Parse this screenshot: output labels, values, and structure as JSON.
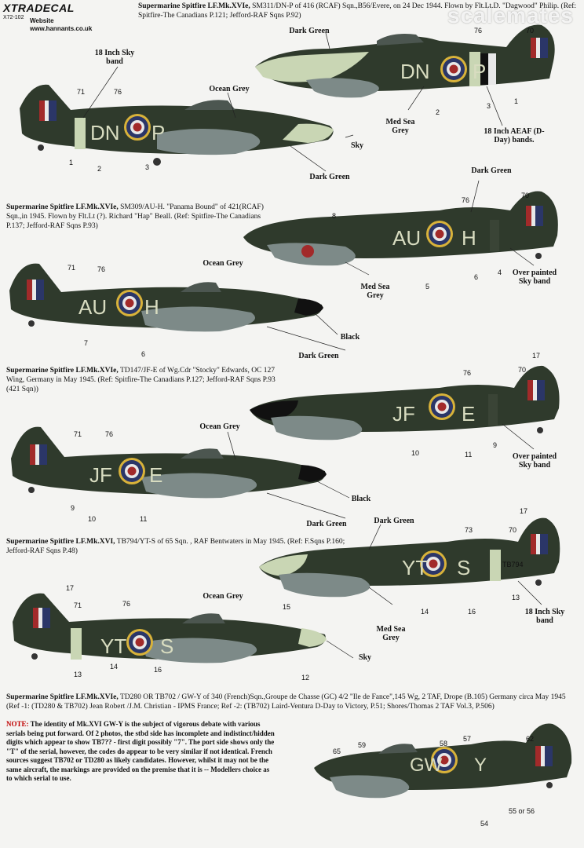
{
  "header": {
    "brand": "XTRADECAL",
    "code": "X72-102",
    "website_label": "Website",
    "website_url": "www.hannants.co.uk",
    "watermark": "scalemates"
  },
  "profiles": [
    {
      "caption_bold": "Supermarine Spitfire LF.Mk.XVIe,",
      "caption_rest": " SM311/DN-P of 416 (RCAF) Sqn.,B56/Evere, on 24 Dec 1944. Flown by Flt.Lt.D. \"Dagwood\" Philip. (Ref: Spitfire-The Canadians P.121; Jefford-RAF Sqns P.92)",
      "code_left": "DN",
      "code_right": "P",
      "labels": {
        "sky_band": "18 Inch Sky band",
        "ocean_grey": "Ocean Grey",
        "dark_green_top": "Dark Green",
        "dark_green_bottom": "Dark Green",
        "sky": "Sky",
        "med_sea_grey": "Med Sea Grey",
        "aeaf": "18 Inch AEAF (D-Day) bands."
      },
      "callouts_stbd": [
        "71",
        "76",
        "1",
        "2",
        "3"
      ],
      "callouts_port": [
        "76",
        "70",
        "1",
        "2",
        "3"
      ]
    },
    {
      "caption_bold": "Supermarine Spitfire LF.Mk.XVIe,",
      "caption_rest": " SM309/AU-H. \"Panama Bound\" of 421(RCAF) Sqn.,in 1945. Flown by Flt.Lt (?). Richard \"Hap\" Beall. (Ref: Spitfire-The Canadians P.137; Jefford-RAF Sqns P.93)",
      "code_left": "AU",
      "code_right": "H",
      "labels": {
        "dark_green": "Dark Green",
        "ocean_grey": "Ocean Grey",
        "med_sea_grey": "Med Sea Grey",
        "over_painted": "Over painted Sky band",
        "black": "Black",
        "dark_green_bottom": "Dark Green"
      },
      "callouts_port": [
        "8",
        "76",
        "70",
        "5",
        "6",
        "4"
      ],
      "callouts_stbd": [
        "71",
        "76",
        "7",
        "6"
      ]
    },
    {
      "caption_bold": "Supermarine Spitfire LF.Mk.XVIe,",
      "caption_rest": " TD147/JF-E of Wg.Cdr \"Stocky\" Edwards, OC 127 Wing, Germany in May 1945. (Ref: Spitfire-The Canadians P.127; Jefford-RAF Sqns P.93 (421 Sqn))",
      "code_left": "JF",
      "code_right": "E",
      "labels": {
        "ocean_grey": "Ocean Grey",
        "over_painted": "Over painted Sky band",
        "black": "Black",
        "dark_green": "Dark Green"
      },
      "callouts_port": [
        "17",
        "76",
        "70",
        "10",
        "11",
        "9"
      ],
      "callouts_stbd": [
        "71",
        "76",
        "9",
        "10",
        "11"
      ]
    },
    {
      "caption_bold": "Supermarine Spitfire LF.Mk.XVI,",
      "caption_rest": " TB794/YT-S of 65 Sqn. , RAF Bentwaters in May 1945. (Ref: F.Sqns P.160; Jefford-RAF Sqns P.48)",
      "code_left": "YT",
      "code_right": "S",
      "serial": "TB794",
      "labels": {
        "dark_green": "Dark Green",
        "med_sea_grey": "Med Sea Grey",
        "sky_band": "18 Inch Sky band",
        "ocean_grey": "Ocean Grey",
        "sky": "Sky"
      },
      "callouts_port": [
        "17",
        "73",
        "70",
        "15",
        "14",
        "16",
        "13"
      ],
      "callouts_stbd": [
        "17",
        "71",
        "76",
        "13",
        "14",
        "16",
        "12"
      ]
    },
    {
      "caption_bold": "Supermarine Spitfire LF.Mk.XVIe,",
      "caption_rest": " TD280 OR TB702 / GW-Y of 340 (French)Sqn.,Groupe de Chasse (GC) 4/2 \"Ile de Fance\",145 Wg, 2 TAF, Drope (B.105) Germany circa May 1945 (Ref -1: (TD280 & TB702) Jean Robert /J.M. Christian - IPMS France; Ref -2: (TB702) Laird-Ventura D-Day to Victory, P.51; Shores/Thomas 2 TAF Vol.3, P.506)",
      "code_left": "GW",
      "code_right": "Y",
      "callouts_port": [
        "65",
        "59",
        "58",
        "57",
        "62",
        "54",
        "55 or 56"
      ]
    }
  ],
  "note": {
    "label": "NOTE:",
    "text": " The identity of Mk.XVI GW-Y is the subject of vigorous debate with various serials being put forward. Of 2 photos, the stbd side has incomplete and indistinct/hidden digits which appear to show TB7?? - first digit possibly \"7\". The port side shows only the \"T\" of the serial, however, the codes do appear to be very similar if not identical. French sources suggest TB702 or TD280 as likely candidates. However, whilst it may not be the same aircraft, the markings are provided on the premise that it is -- Modellers choice as to which serial to use."
  },
  "colors": {
    "dark_green": "#2f3a2c",
    "ocean_grey": "#7d8a88",
    "med_sea_grey": "#a9b2b0",
    "sky": "#c9d6b4",
    "roundel_blue": "#2b3668",
    "roundel_red": "#a22a2a",
    "roundel_yellow": "#d8b23a",
    "code_letter": "#d8dcc0",
    "black": "#111111"
  }
}
